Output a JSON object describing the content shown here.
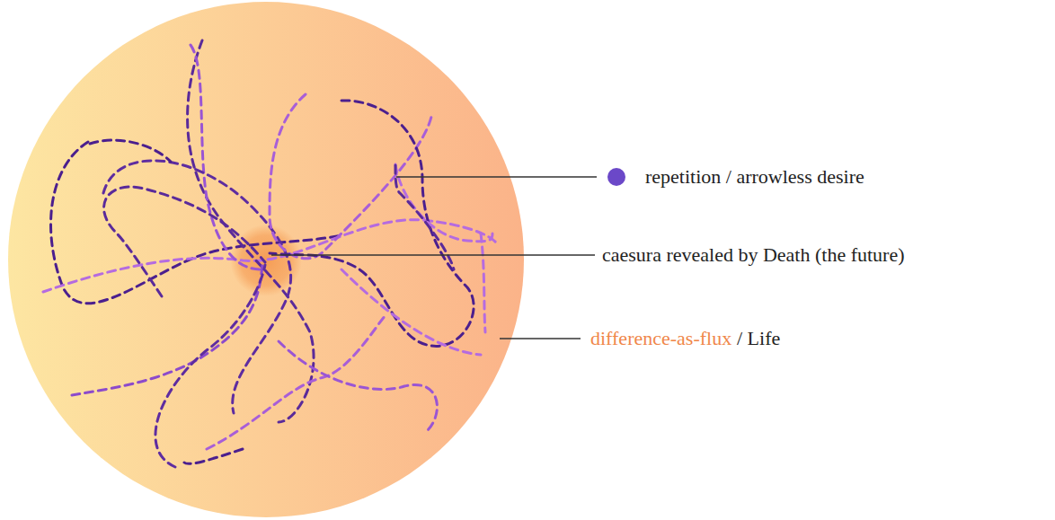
{
  "diagram": {
    "labels": [
      "caesura revealed by Death (the future)",
      "difference-as-flux",
      "/ Life"
    ],
    "legend": [
      {
        "text": "repetition / arrowless desire",
        "color": "#6b48c8"
      }
    ]
  }
}
